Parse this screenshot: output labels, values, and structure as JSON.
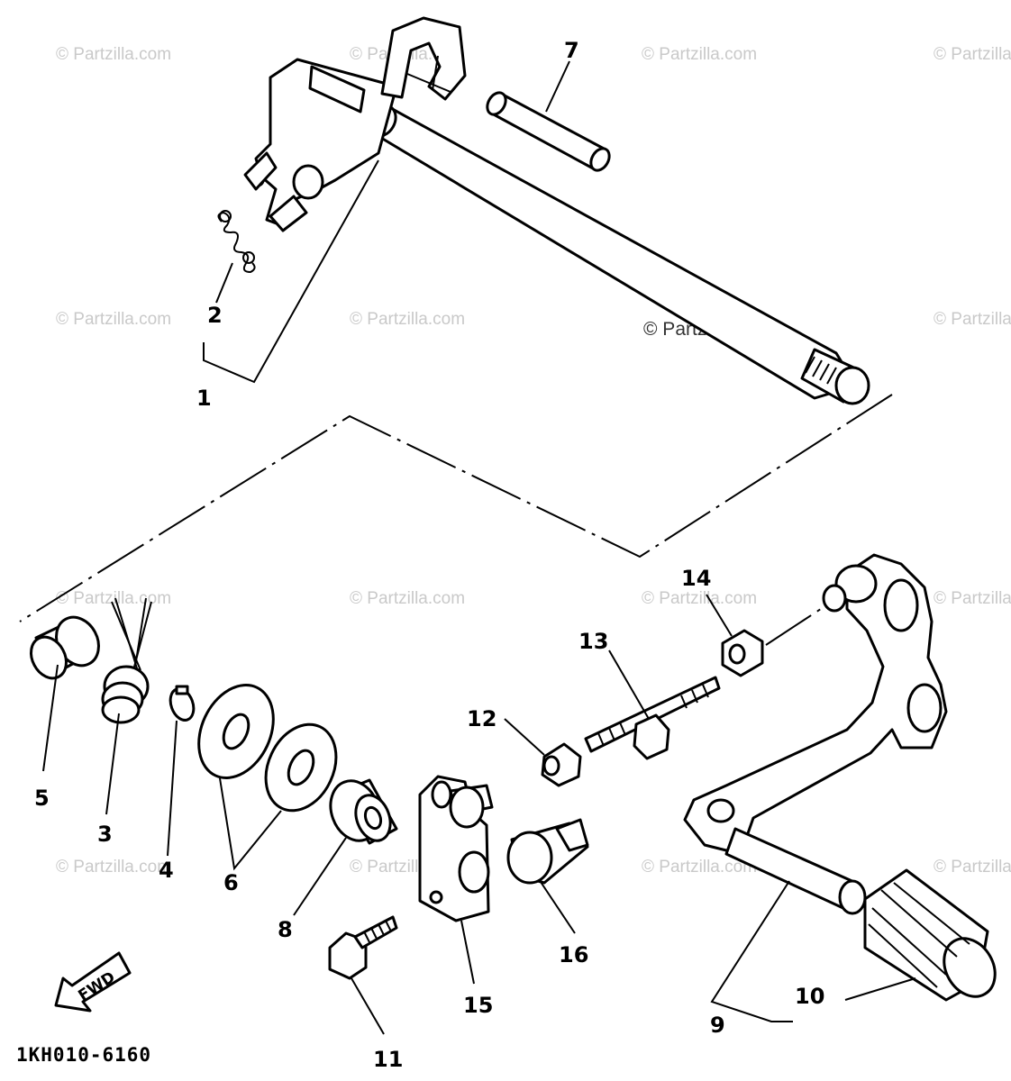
{
  "watermark": {
    "text": "© Partzilla.com",
    "main_text": "© Partzilla.com"
  },
  "diagram_code": "1KH010-6160",
  "fwd_label": "FWD",
  "callouts": [
    "1",
    "2",
    "3",
    "4",
    "5",
    "6",
    "7",
    "8",
    "9",
    "10",
    "11",
    "12",
    "13",
    "14",
    "15",
    "16"
  ]
}
